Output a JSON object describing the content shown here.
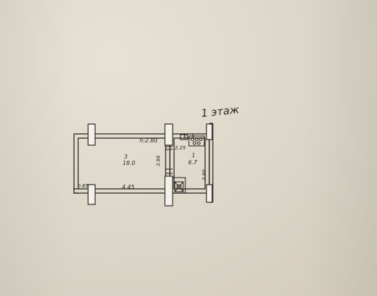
{
  "document": {
    "floor_label": "1 этаж",
    "height_label": "h:2.80",
    "rooms": [
      {
        "number": "3",
        "area": "18.0"
      },
      {
        "number": "1",
        "area": "6.7"
      }
    ],
    "dimensions": {
      "room3_length": "4.45",
      "wall_left": "0.85",
      "room3_width": "3.96",
      "room1_width": "3.80",
      "kitchen_small": "2.25"
    },
    "colors": {
      "ink": "#2a2723",
      "paper": "#ddd7c9",
      "wall_fill": "#f3f0ea"
    }
  }
}
